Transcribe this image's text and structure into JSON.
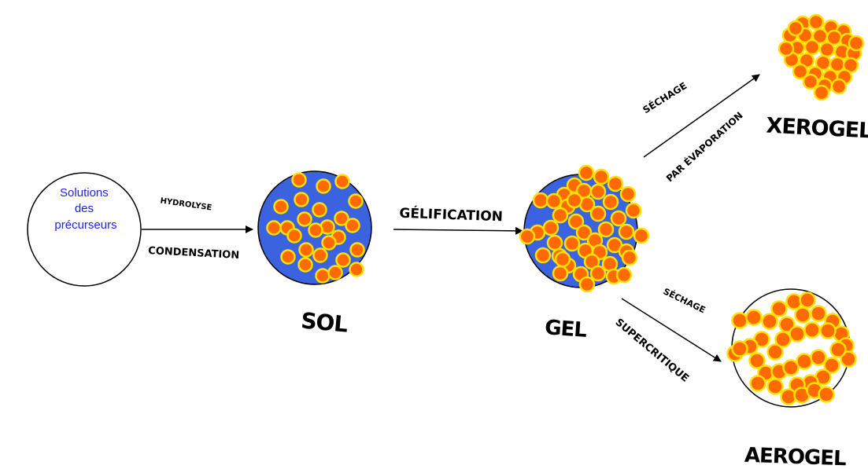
{
  "start": {
    "text_lines": [
      "Solutions",
      "des",
      "précurseurs"
    ],
    "text_color": "#2222ee"
  },
  "steps": {
    "hydrolyse": "HYDROLYSE",
    "condensation": "CONDENSATION",
    "gelification": "GÉLIFICATION",
    "sechage_top": "SÉCHAGE",
    "evaporation": "PAR ÉVAPORATION",
    "sechage_bottom": "SÉCHAGE",
    "supercritique": "SUPERCRITIQUE"
  },
  "stages": {
    "sol": "SOL",
    "gel": "GEL",
    "xerogel": "XEROGEL",
    "aerogel": "AEROGEL"
  },
  "colors": {
    "sphere_fill": "#3b63e0",
    "particle_fill": "#ff6a00",
    "particle_stroke": "#ffe000",
    "outline": "#000000"
  }
}
